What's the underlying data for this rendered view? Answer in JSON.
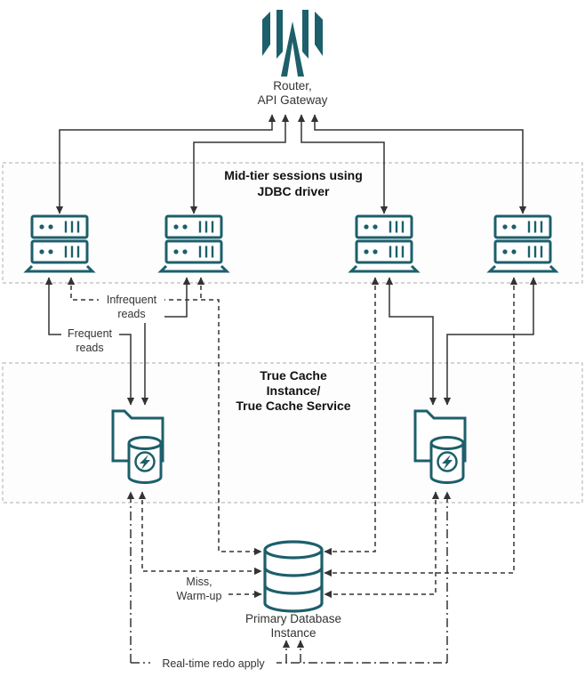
{
  "diagram": {
    "router": {
      "line1": "Router,",
      "line2": "API Gateway"
    },
    "boxes": {
      "midtier": {
        "line1": "Mid-tier sessions using",
        "line2": "JDBC driver"
      },
      "truecache": {
        "line1": "True Cache",
        "line2": "Instance/",
        "line3": "True Cache Service"
      }
    },
    "primary_db": {
      "line1": "Primary Database",
      "line2": "Instance"
    },
    "labels": {
      "infrequent1": "Infrequent",
      "infrequent2": "reads",
      "frequent1": "Frequent",
      "frequent2": "reads",
      "miss1": "Miss,",
      "miss2": "Warm-up",
      "redo": "Real-time redo apply"
    },
    "colors": {
      "icon_teal": "#1d5f6b",
      "line": "#333333",
      "box_border": "#bcbcbc"
    }
  }
}
